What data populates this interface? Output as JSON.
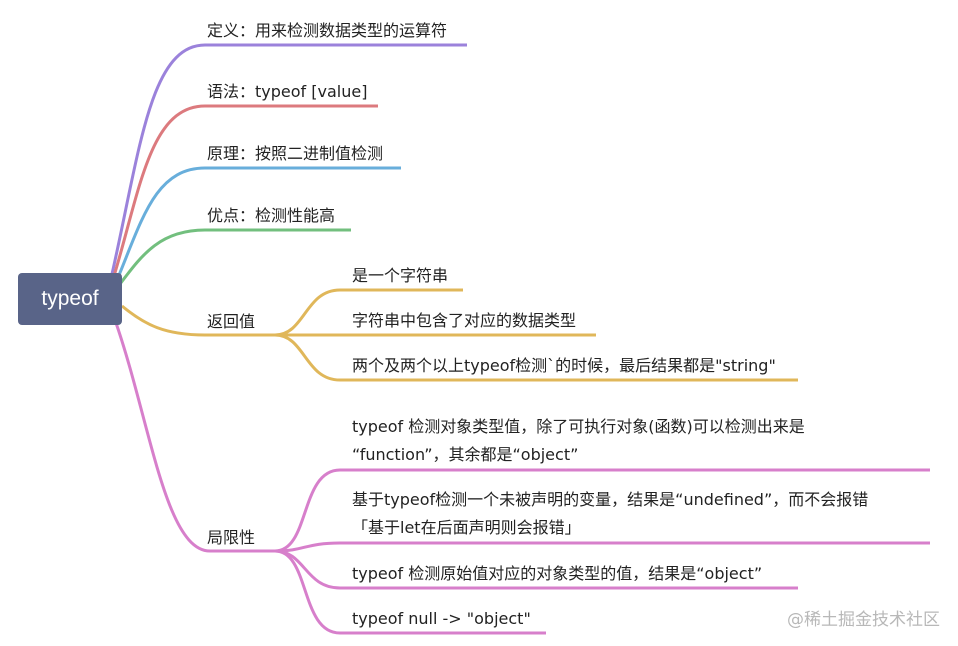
{
  "root": {
    "label": "typeof",
    "color": "#596488"
  },
  "branches": [
    {
      "label": "定义：用来检测数据类型的运算符",
      "color": "#9b82db"
    },
    {
      "label": "语法：typeof [value]",
      "color": "#dc7a7e"
    },
    {
      "label": "原理：按照二进制值检测",
      "color": "#68aedb"
    },
    {
      "label": "优点：检测性能高",
      "color": "#72bf7e"
    },
    {
      "label": "返回值",
      "color": "#e0b75a",
      "children": [
        {
          "lines": [
            "是一个字符串"
          ]
        },
        {
          "lines": [
            "字符串中包含了对应的数据类型"
          ]
        },
        {
          "lines": [
            "两个及两个以上typeof检测`的时候，最后结果都是\"string\""
          ]
        }
      ]
    },
    {
      "label": "局限性",
      "color": "#d77fcb",
      "children": [
        {
          "lines": [
            "typeof 检测对象类型值，除了可执行对象(函数)可以检测出来是",
            "“function”，其余都是“object”"
          ]
        },
        {
          "lines": [
            "基于typeof检测一个未被声明的变量，结果是“undefined”，而不会报错",
            "「基于let在后面声明则会报错」"
          ]
        },
        {
          "lines": [
            "typeof 检测原始值对应的对象类型的值，结果是“object”"
          ]
        },
        {
          "lines": [
            "typeof null -> \"object\""
          ]
        }
      ]
    }
  ],
  "watermark": "@稀土掘金技术社区"
}
